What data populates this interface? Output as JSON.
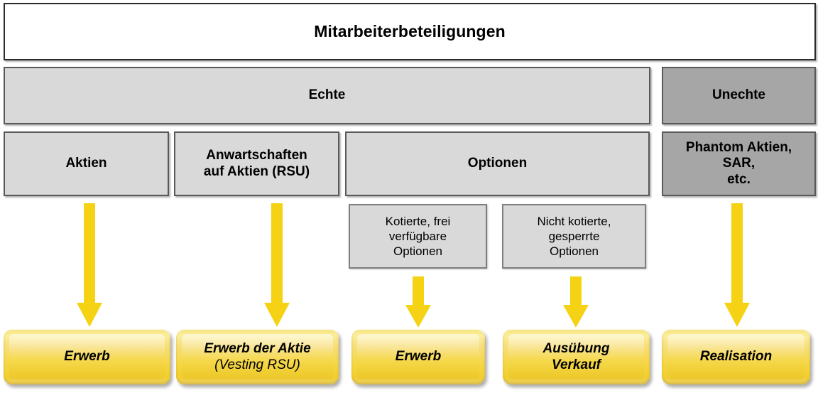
{
  "diagram": {
    "title": "Mitarbeiterbeteiligungen",
    "level1": [
      {
        "label": "Echte",
        "style": "light"
      },
      {
        "label": "Unechte",
        "style": "dark"
      }
    ],
    "level2": [
      {
        "label": "Aktien",
        "style": "light"
      },
      {
        "label": "Anwartschaften\nauf Aktien (RSU)",
        "line1": "Anwartschaften",
        "line2": "auf Aktien (RSU)",
        "style": "light"
      },
      {
        "label": "Optionen",
        "style": "light"
      },
      {
        "line1": "Phantom Aktien,",
        "line2": "SAR,",
        "line3": "etc.",
        "style": "dark"
      }
    ],
    "level3": [
      {
        "line1": "Kotierte, frei",
        "line2": "verfügbare",
        "line3": "Optionen"
      },
      {
        "line1": "Nicht kotierte,",
        "line2": "gesperrte",
        "line3": "Optionen"
      }
    ],
    "outcomes": [
      {
        "line1": "Erwerb",
        "line2": ""
      },
      {
        "line1": "Erwerb der Aktie",
        "line2": "(Vesting RSU)"
      },
      {
        "line1": "Erwerb",
        "line2": ""
      },
      {
        "line1": "Ausübung",
        "line2": "Verkauf"
      },
      {
        "line1": "Realisation",
        "line2": ""
      }
    ],
    "colors": {
      "arrow": "#F5D213",
      "light_gray": "#D9D9D9",
      "dark_gray": "#A6A6A6",
      "border_dark": "#595959",
      "yellow_box": "#F5D849",
      "text": "#000000"
    }
  }
}
